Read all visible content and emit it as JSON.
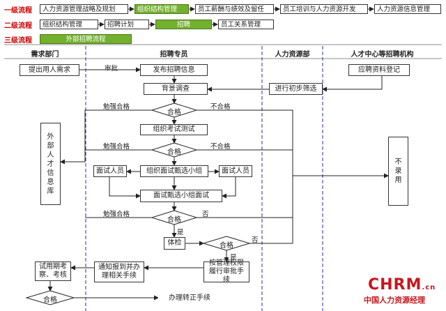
{
  "levels": {
    "l1": "一级流程",
    "l2": "二级流程",
    "l3": "三级流程"
  },
  "row1": [
    "人力资源管理战略及规划",
    "组织结构管理",
    "员工薪酬与绩效及留任",
    "员工培训与人力资源开发",
    "人力资源信息管理"
  ],
  "row2": [
    "组织结构管理",
    "招聘计划",
    "招聘",
    "员工关系管理"
  ],
  "row3": [
    "外部招聘流程"
  ],
  "lanes": [
    "需求部门",
    "招聘专员",
    "人力资源部",
    "人才中心等招聘机构"
  ],
  "nodes": {
    "submit_need": "提出用人需求",
    "publish_info": "发布招聘信息",
    "register": "应聘资料登记",
    "background": "背景调查",
    "screen": "进行初步筛选",
    "written_test": "组织考试测试",
    "interviewer_left": "面试人员",
    "interview_group": "组织面试甄选小组",
    "interviewer_right": "面试人员",
    "group_interview": "面试甄选小组面试",
    "physical": "体检",
    "approve": "按管理权限履行审批手续",
    "notify": "通知报到并办理相关手续",
    "probation": "试用期考察、考核",
    "regularize": "办理转正手续",
    "talent_pool": "外部人才信息库",
    "not_hired": "不录用"
  },
  "decisions": {
    "d1": "合格",
    "d2": "合格",
    "d3": "合格",
    "d4": "合格",
    "d5": "合格"
  },
  "labels": {
    "approval": "审批",
    "forced_pass_1": "勉强合格",
    "fail_1": "不合格",
    "forced_pass_2": "勉强合格",
    "fail_2": "不合格",
    "forced_pass_3": "勉强合格",
    "no_1": "否",
    "yes_1": "是",
    "no_2": "否",
    "yes_2": "是"
  },
  "logo": {
    "brand": "CHRM",
    "suffix": ".cn",
    "tagline": "中国人力资源经理"
  },
  "colors": {
    "highlight": "#72b02e",
    "level_label": "#c00000",
    "lane_divider": "#2a2aa8",
    "logo": "#c8161d"
  }
}
